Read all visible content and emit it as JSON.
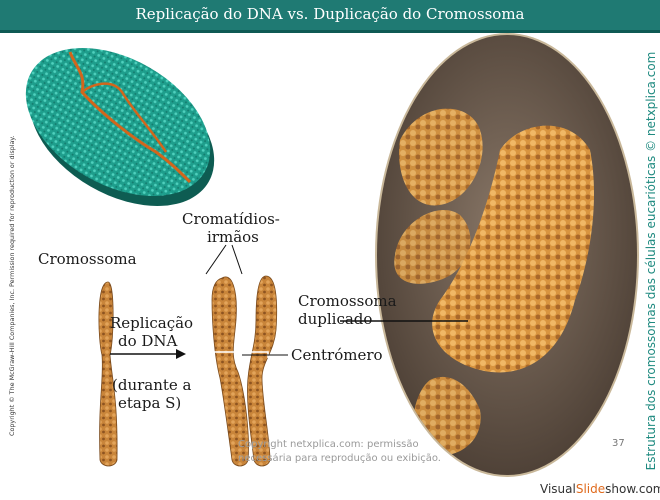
{
  "header": {
    "title": "Replicação do DNA vs. Duplicação do Cromossoma"
  },
  "copyright_vertical": "Copyright © The McGraw-Hill Companies, Inc. Permission required for reproduction or display.",
  "side_caption": "Estrutura dos cromossomas das células eucarióticas © netxplica.com",
  "labels": {
    "cromossoma": "Cromossoma",
    "cromatidios_line1": "Cromatídios-",
    "cromatidios_line2": "irmãos",
    "replicacao_line1": "Replicação",
    "replicacao_line2": "do DNA",
    "durante_line1": "(durante a",
    "durante_line2": "etapa S)",
    "centromero": "Centrómero",
    "duplicado_line1": "Cromossoma",
    "duplicado_line2": "duplicado"
  },
  "footer": {
    "line1": "Copyright netxplica.com: permissão",
    "line2": "necessária para reprodução ou exibição.",
    "page_number": "37"
  },
  "watermark": {
    "part1": "Visual",
    "part2": "Slide",
    "part3": "show.com"
  },
  "colors": {
    "title_bar": "#1f7a73",
    "side_caption": "#1f8a80",
    "chromosome": "#c9853a",
    "cell_disc": "#1e9e8c",
    "dna_strand": "#d2661c",
    "micrograph_bg": "#6b5a4c"
  }
}
